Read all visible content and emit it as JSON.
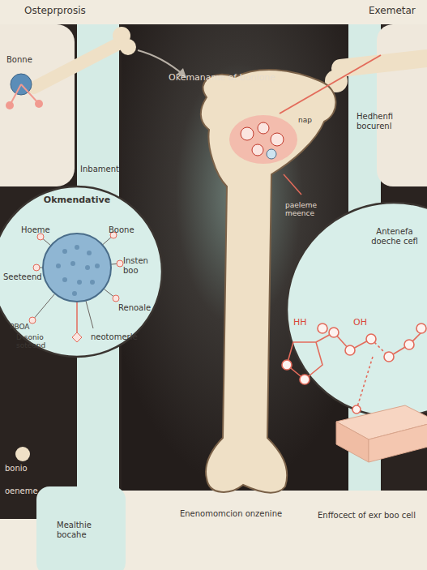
{
  "diagram": {
    "nodes": [
      {
        "text": [
          "Okmendative"
        ]
      },
      {
        "text": [
          "Antenefa doeche cefl"
        ]
      }
    ],
    "labels": [
      "Osteprprosis",
      "Exemetar",
      "Bonne",
      "Inbament",
      "Okemaname of bonione",
      "nap",
      "paeleme meence",
      "Hedhenfi bocurenl",
      "Hoeme",
      "Boone",
      "Seeteend",
      "Insten boo",
      "Renoale",
      "PBOA",
      "D sonio soteend",
      "neotomerle",
      "bonio",
      "oeneme",
      "Mealthie bocahe",
      "Enenomomcion onzenine",
      "Enffocect of exr boo cell",
      "HH",
      "OH"
    ]
  }
}
